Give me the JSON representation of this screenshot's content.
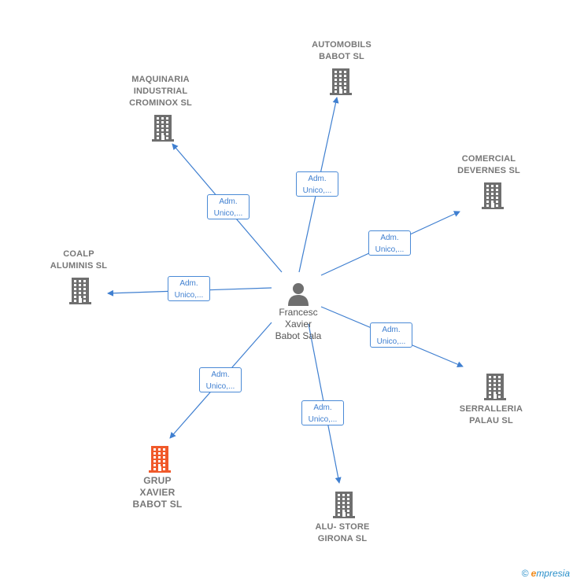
{
  "center": {
    "name": "Francesc\nXavier\nBabot Sala",
    "icon": "person-icon"
  },
  "companies": [
    {
      "id": "automobils",
      "name": "AUTOMOBILS\nBABOT SL",
      "highlight": false
    },
    {
      "id": "maquinaria",
      "name": "MAQUINARIA\nINDUSTRIAL\nCROMINOX SL",
      "highlight": false
    },
    {
      "id": "comercial",
      "name": "COMERCIAL\nDEVERNES SL",
      "highlight": false
    },
    {
      "id": "coalp",
      "name": "COALP\nALUMINIS SL",
      "highlight": false
    },
    {
      "id": "serralleria",
      "name": "SERRALLERIA\nPALAU SL",
      "highlight": false
    },
    {
      "id": "grup",
      "name": "GRUP\nXAVIER\nBABOT SL",
      "highlight": true
    },
    {
      "id": "alu",
      "name": "ALU- STORE\nGIRONA SL",
      "highlight": false
    }
  ],
  "relations": [
    {
      "to": "automobils",
      "role": "Adm.\nUnico,..."
    },
    {
      "to": "maquinaria",
      "role": "Adm.\nUnico,..."
    },
    {
      "to": "comercial",
      "role": "Adm.\nUnico,..."
    },
    {
      "to": "coalp",
      "role": "Adm.\nUnico,..."
    },
    {
      "to": "serralleria",
      "role": "Adm.\nUnico,..."
    },
    {
      "to": "grup",
      "role": "Adm.\nUnico,..."
    },
    {
      "to": "alu",
      "role": "Adm.\nUnico,..."
    }
  ],
  "colors": {
    "edge": "#3f7fd0",
    "building": "#6f6f6f",
    "building_highlight": "#f0592a",
    "person": "#6f6f6f"
  },
  "footer": {
    "copyright": "©",
    "brand_e": "e",
    "brand_rest": "mpresia"
  }
}
